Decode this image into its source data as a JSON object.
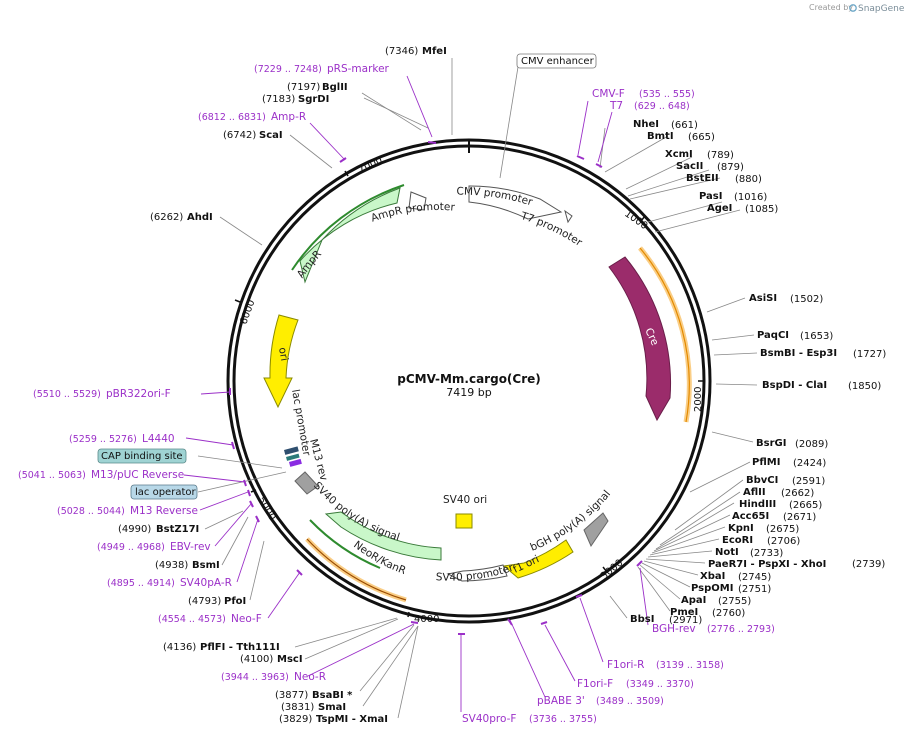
{
  "credit": {
    "prefix": "Created by",
    "brand": "SnapGene"
  },
  "plasmid": {
    "name": "pCMV-Mm.cargo(Cre)",
    "size": "7419 bp",
    "length": 7419
  },
  "ticks": [
    "1000",
    "2000",
    "3000",
    "4000",
    "5000",
    "6000",
    "7000"
  ],
  "features": [
    {
      "label": "CMV promoter",
      "color": "#ffffff"
    },
    {
      "label": "T7 promoter",
      "color": "#ffffff"
    },
    {
      "label": "Cre",
      "color": "#9b2c6b"
    },
    {
      "label": "bGH poly(A) signal",
      "color": "#a0a0a0"
    },
    {
      "label": "f1 ori",
      "color": "#ffee00"
    },
    {
      "label": "SV40 promoter",
      "color": "#ffffff"
    },
    {
      "label": "SV40 ori",
      "color": "#ffee00"
    },
    {
      "label": "NeoR/KanR",
      "color": "#c9f7c9"
    },
    {
      "label": "SV40 poly(A) signal",
      "color": "#a0a0a0"
    },
    {
      "label": "M13 rev",
      "color": "#2f4f6f"
    },
    {
      "label": "lac promoter",
      "color": "#ffffff"
    },
    {
      "label": "ori",
      "color": "#ffee00"
    },
    {
      "label": "AmpR",
      "color": "#c9f7c9"
    },
    {
      "label": "AmpR promoter",
      "color": "#ffffff"
    }
  ],
  "boxed_labels": [
    "CMV enhancer",
    "CAP binding site",
    "lac operator"
  ],
  "sites": [
    {
      "pos": "(7346)",
      "name": "MfeI"
    },
    {
      "pos": "(7197)",
      "name": "BglII"
    },
    {
      "pos": "(7183)",
      "name": "SgrDI"
    },
    {
      "pos": "(6742)",
      "name": "ScaI"
    },
    {
      "pos": "(6262)",
      "name": "AhdI"
    },
    {
      "pos": "(661)",
      "name": "NheI"
    },
    {
      "pos": "(665)",
      "name": "BmtI"
    },
    {
      "pos": "(789)",
      "name": "XcmI"
    },
    {
      "pos": "(879)",
      "name": "SacII"
    },
    {
      "pos": "(880)",
      "name": "BstEII"
    },
    {
      "pos": "(1016)",
      "name": "PasI"
    },
    {
      "pos": "(1085)",
      "name": "AgeI"
    },
    {
      "pos": "(1502)",
      "name": "AsiSI"
    },
    {
      "pos": "(1653)",
      "name": "PaqCI"
    },
    {
      "pos": "(1727)",
      "name": "BsmBI   - Esp3I"
    },
    {
      "pos": "(1850)",
      "name": "BspDI   - ClaI"
    },
    {
      "pos": "(2089)",
      "name": "BsrGI"
    },
    {
      "pos": "(2424)",
      "name": "PflMI"
    },
    {
      "pos": "(2591)",
      "name": "BbvCI"
    },
    {
      "pos": "(2662)",
      "name": "AflII"
    },
    {
      "pos": "(2665)",
      "name": "HindIII"
    },
    {
      "pos": "(2671)",
      "name": "Acc65I"
    },
    {
      "pos": "(2675)",
      "name": "KpnI"
    },
    {
      "pos": "(2706)",
      "name": "EcoRI"
    },
    {
      "pos": "(2733)",
      "name": "NotI"
    },
    {
      "pos": "(2739)",
      "name": "PaeR7I   - PspXI   - XhoI"
    },
    {
      "pos": "(2745)",
      "name": "XbaI"
    },
    {
      "pos": "(2751)",
      "name": "PspOMI"
    },
    {
      "pos": "(2755)",
      "name": "ApaI"
    },
    {
      "pos": "(2760)",
      "name": "PmeI"
    },
    {
      "pos": "(2971)",
      "name": "BbsI"
    },
    {
      "pos": "(4990)",
      "name": "BstZ17I"
    },
    {
      "pos": "(4938)",
      "name": "BsmI"
    },
    {
      "pos": "(4793)",
      "name": "PfoI"
    },
    {
      "pos": "(4136)",
      "name": "PflFI   - Tth111I"
    },
    {
      "pos": "(4100)",
      "name": "MscI"
    },
    {
      "pos": "(3877)",
      "name": "BsaBI *"
    },
    {
      "pos": "(3831)",
      "name": "SmaI"
    },
    {
      "pos": "(3829)",
      "name": "TspMI   - XmaI"
    }
  ],
  "primers": [
    {
      "range": "(7229 .. 7248)",
      "name": "pRS-marker"
    },
    {
      "range": "(6812 .. 6831)",
      "name": "Amp-R"
    },
    {
      "range": "(535 .. 555)",
      "name": "CMV-F"
    },
    {
      "range": "(629 .. 648)",
      "name": "T7"
    },
    {
      "range": "(5510 .. 5529)",
      "name": "pBR322ori-F"
    },
    {
      "range": "(5259 .. 5276)",
      "name": "L4440"
    },
    {
      "range": "(5041 .. 5063)",
      "name": "M13/pUC Reverse"
    },
    {
      "range": "(5028 .. 5044)",
      "name": "M13 Reverse"
    },
    {
      "range": "(4949 .. 4968)",
      "name": "EBV-rev"
    },
    {
      "range": "(4895 .. 4914)",
      "name": "SV40pA-R"
    },
    {
      "range": "(4554 .. 4573)",
      "name": "Neo-F"
    },
    {
      "range": "(3944 .. 3963)",
      "name": "Neo-R"
    },
    {
      "range": "(2776 .. 2793)",
      "name": "BGH-rev"
    },
    {
      "range": "(3139 .. 3158)",
      "name": "F1ori-R"
    },
    {
      "range": "(3349 .. 3370)",
      "name": "F1ori-F"
    },
    {
      "range": "(3489 .. 3509)",
      "name": "pBABE 3'"
    },
    {
      "range": "(3736 .. 3755)",
      "name": "SV40pro-F"
    }
  ]
}
